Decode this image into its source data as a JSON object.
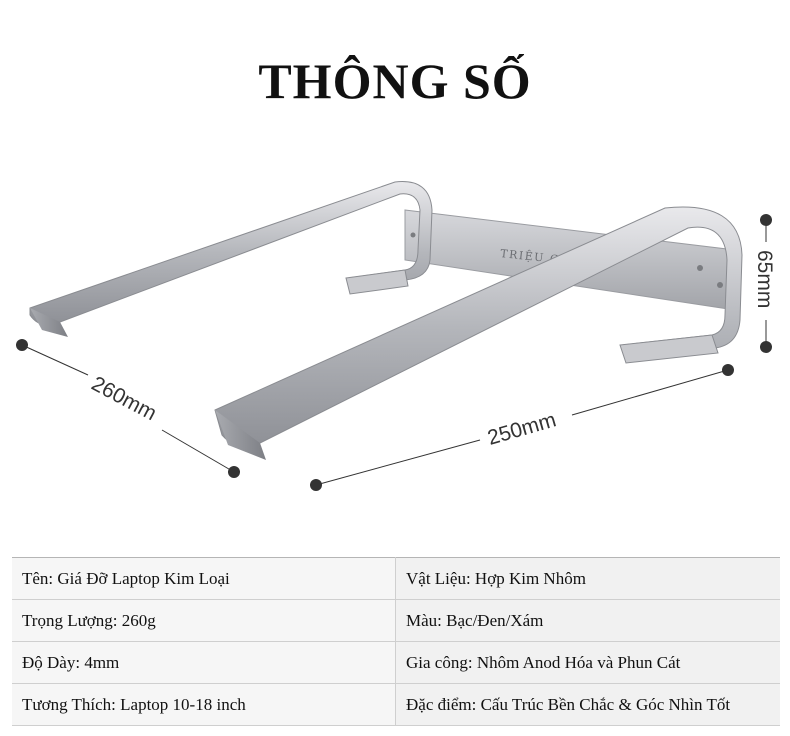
{
  "title": "THÔNG SỐ",
  "product": {
    "engraving": "TRIỆU CƯỜNG",
    "dimensions": {
      "depth": "260mm",
      "width": "250mm",
      "height": "65mm"
    }
  },
  "specs": {
    "rows": [
      {
        "left": "Tên: Giá Đỡ Laptop  Kim Loại",
        "right": "Vật Liệu: Hợp Kim Nhôm"
      },
      {
        "left": "Trọng Lượng: 260g",
        "right": "Màu: Bạc/Đen/Xám"
      },
      {
        "left": "Độ Dày: 4mm",
        "right": "Gia công: Nhôm Anod Hóa và Phun Cát"
      },
      {
        "left": "Tương Thích: Laptop 10-18 inch",
        "right": "Đặc điểm: Cấu Trúc Bền Chắc & Góc Nhìn Tốt"
      }
    ]
  }
}
